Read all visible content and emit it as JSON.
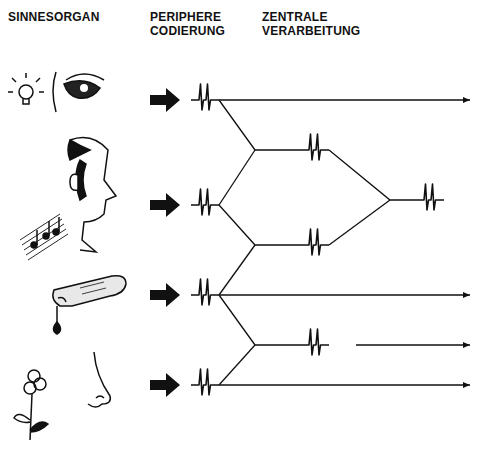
{
  "diagram": {
    "labels": [
      "SINNESORGAN",
      "PERIPHERE CODIERUNG",
      "ZENTRALE VERARBEITUNG"
    ]
  }
}
